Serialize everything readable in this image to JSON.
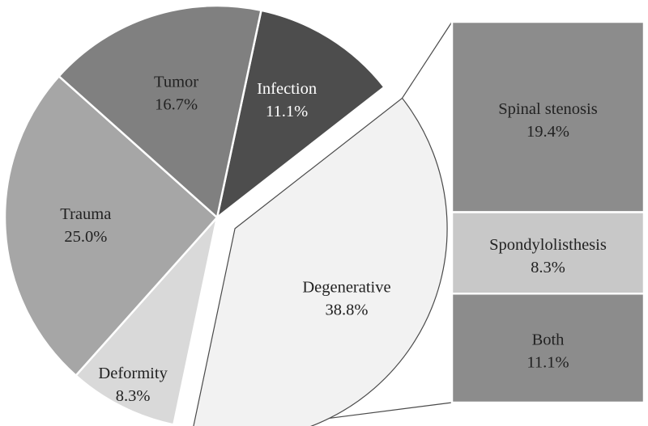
{
  "chart_data": {
    "type": "pie",
    "pie": {
      "categories": [
        "Infection",
        "Degenerative",
        "Deformity",
        "Trauma",
        "Tumor"
      ],
      "values": [
        11.1,
        38.8,
        8.3,
        25.0,
        16.7
      ],
      "labels": [
        "11.1%",
        "38.8%",
        "8.3%",
        "25.0%",
        "16.7%"
      ],
      "colors": [
        "#4d4d4d",
        "#f2f2f2",
        "#d9d9d9",
        "#a6a6a6",
        "#808080"
      ],
      "exploded": "Degenerative"
    },
    "breakdown": {
      "type": "stacked-bar",
      "parent": "Degenerative",
      "categories": [
        "Spinal stenosis",
        "Spondylolisthesis",
        "Both"
      ],
      "values": [
        19.4,
        8.3,
        11.1
      ],
      "labels": [
        "19.4%",
        "8.3%",
        "11.1%"
      ],
      "colors": [
        "#8c8c8c",
        "#c8c8c8",
        "#8c8c8c"
      ]
    }
  }
}
